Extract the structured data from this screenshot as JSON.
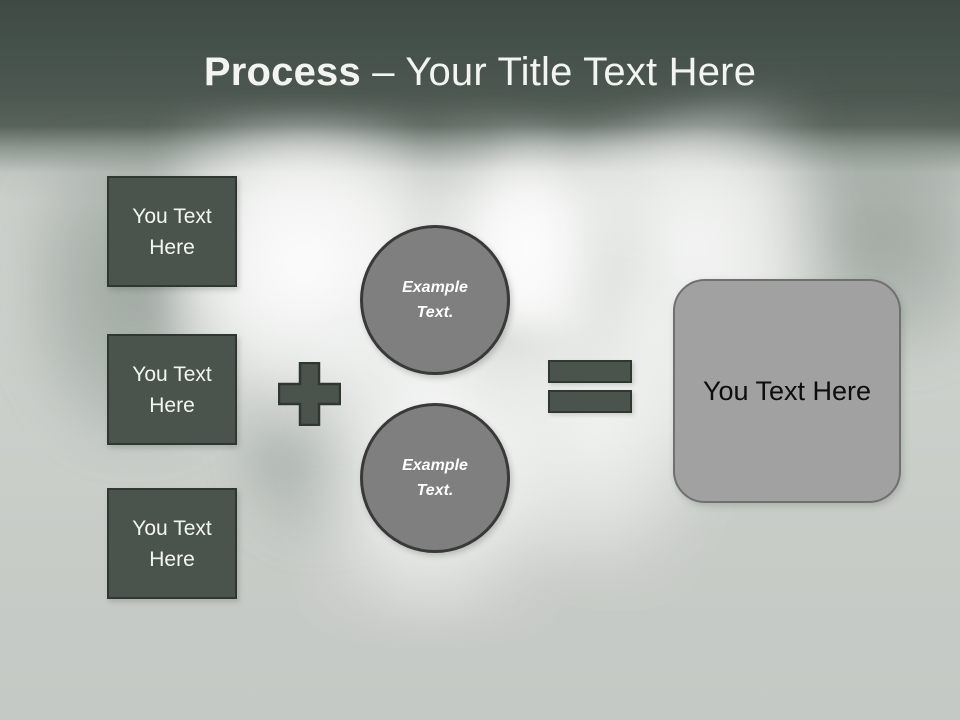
{
  "slide": {
    "title_bold": "Process",
    "title_separator": " – ",
    "title_rest": "Your Title Text Here",
    "background_top_color": "#3f4a44",
    "background_bottom_color": "#c5c9c5"
  },
  "inputs": {
    "boxes": [
      {
        "label": "You Text Here"
      },
      {
        "label": "You Text Here"
      },
      {
        "label": "You Text Here"
      }
    ],
    "fill_color": "#4a544c",
    "border_color": "#2e3730",
    "text_color": "#f3f5f1"
  },
  "operators": {
    "plus": {
      "symbol": "+",
      "name": "plus-sign"
    },
    "equals": {
      "symbol": "=",
      "name": "equals-sign"
    },
    "fill_color": "#4a544c",
    "border_color": "#2e3730"
  },
  "circles": [
    {
      "line1": "Example",
      "line2": "Text."
    },
    {
      "line1": "Example",
      "line2": "Text."
    }
  ],
  "circle_style": {
    "fill_color": "#7e7f7e",
    "border_color": "#39393a",
    "text_color": "#ffffff"
  },
  "result": {
    "label": "You Text Here",
    "fill_color": "#a0a1a0",
    "border_color": "#6f706f",
    "text_color": "#0d0d0d"
  }
}
